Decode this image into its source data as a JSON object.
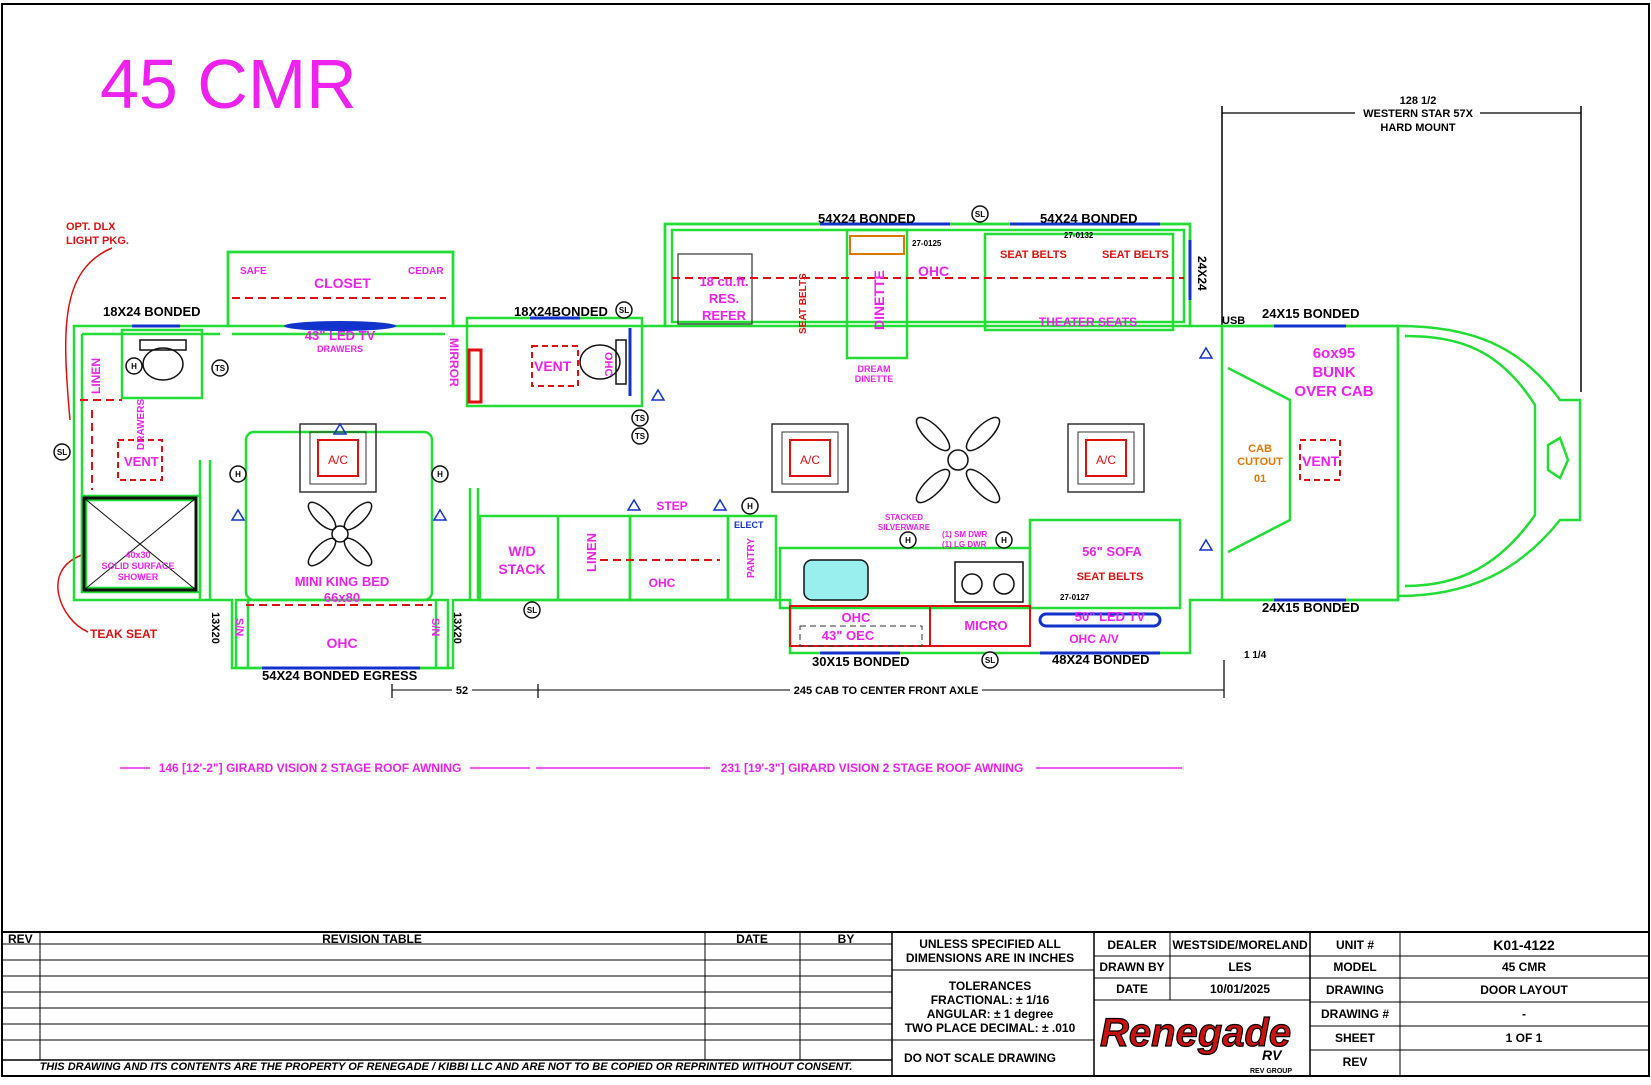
{
  "title": "45 CMR",
  "hitch": {
    "dimension": "128 1/2",
    "line1": "WESTERN STAR 57X",
    "line2": "HARD MOUNT"
  },
  "callouts": {
    "opt_light_1": "OPT. DLX",
    "opt_light_2": "LIGHT PKG.",
    "teak_seat": "TEAK SEAT"
  },
  "top_labels": {
    "left_bonded": "18X24 BONDED",
    "mid_bonded": "18X24BONDED",
    "top_bonded_1": "54X24 BONDED",
    "top_bonded_2": "54X24 BONDED",
    "side_bonded": "24X24",
    "front_bonded": "24X15 BONDED",
    "usb": "USB",
    "code_1": "27-0125",
    "code_2": "27-0132"
  },
  "rooms": {
    "safe": "SAFE",
    "closet": "CLOSET",
    "cedar": "CEDAR",
    "tv_43": "43\" LED TV",
    "drawers": "DRAWERS",
    "linen_left": "LINEN",
    "drawers_vertical": "DRAWERS",
    "vent": "VENT",
    "shower_1": "40x30",
    "shower_2": "SOLID SURFACE",
    "shower_3": "SHOWER",
    "mirror": "MIRROR",
    "vent_bath": "VENT",
    "ohc_bath": "OHC",
    "ac": "A/C",
    "mini_king_1": "MINI KING BED",
    "mini_king_2": "66x80",
    "ohc_bed": "OHC",
    "sn_left": "S/N",
    "sn_right": "S/N",
    "dim_13x20_left": "13X20",
    "dim_13x20_right": "13X20",
    "egress": "54X24 BONDED EGRESS",
    "wd_1": "W/D",
    "wd_2": "STACK",
    "linen_mid": "LINEN",
    "step": "STEP",
    "ohc_mid": "OHC",
    "pantry": "PANTRY",
    "elect": "ELECT",
    "refer_1": "18 cu.ft.",
    "refer_2": "RES.",
    "refer_3": "REFER",
    "seat_belts_v": "SEAT BELTS",
    "dinette": "DINETTE",
    "ohc_top": "OHC",
    "dream_1": "DREAM",
    "dream_2": "DINETTE",
    "seat_belts_1": "SEAT BELTS",
    "seat_belts_2": "SEAT BELTS",
    "theater": "THEATER SEATS",
    "bunk_1": "6ox95",
    "bunk_2": "BUNK",
    "bunk_3": "OVER CAB",
    "cab_1": "CAB",
    "cab_2": "CUTOUT",
    "cab_3": "01",
    "vent_front": "VENT",
    "stacked_1": "STACKED",
    "stacked_2": "SILVERWARE",
    "dwr_1": "(1)  SM DWR",
    "dwr_2": "(1)  LG DWR",
    "sofa": "56\" SOFA",
    "sofa_belts": "SEAT BELTS",
    "code_3": "27-0127",
    "tv_50": "50\" LED TV",
    "ohc_av": "OHC A/V",
    "ohc_kitchen": "OHC",
    "oec": "43\" OEC",
    "micro": "MICRO",
    "bottom_bonded_1": "30X15 BONDED",
    "bottom_bonded_2": "48X24 BONDED",
    "bottom_bonded_3": "24X15 BONDED",
    "quarter": "1 1/4"
  },
  "symbols": {
    "h": "H",
    "ts": "TS",
    "sl": "SL"
  },
  "dimensions": {
    "dim_52": "52",
    "dim_245": "245 CAB TO CENTER FRONT AXLE",
    "awning_1": "146 [12'-2\"] GIRARD VISION 2 STAGE ROOF AWNING",
    "awning_2": "231 [19'-3\"] GIRARD VISION 2 STAGE ROOF AWNING"
  },
  "title_block": {
    "rev_header": "REV",
    "revision_table": "REVISION TABLE",
    "date_header": "DATE",
    "by_header": "BY",
    "notice_1": "UNLESS SPECIFIED ALL",
    "notice_2": "DIMENSIONS ARE IN INCHES",
    "tolerances": "TOLERANCES",
    "fractional": "FRACTIONAL: ± 1/16",
    "angular": "ANGULAR: ± 1 degree",
    "two_place": "TWO PLACE DECIMAL: ± .010",
    "do_not_scale": "DO NOT SCALE DRAWING",
    "dealer_label": "DEALER",
    "dealer": "WESTSIDE/MORELAND",
    "drawn_by_label": "DRAWN BY",
    "drawn_by": "LES",
    "date_label": "DATE",
    "date": "10/01/2025",
    "unit_label": "UNIT #",
    "unit": "K01-4122",
    "model_label": "MODEL",
    "model": "45 CMR",
    "drawing_label": "DRAWING",
    "drawing": "DOOR LAYOUT",
    "drawing_num_label": "DRAWING #",
    "drawing_num": "-",
    "sheet_label": "SHEET",
    "sheet": "1 OF 1",
    "rev_label": "REV",
    "rev": "",
    "brand": "Renegade",
    "brand_sub": "RV",
    "group": "REV GROUP",
    "copyright": "THIS DRAWING AND ITS CONTENTS ARE THE PROPERTY OF RENEGADE / KIBBI LLC AND ARE NOT TO BE COPIED OR REPRINTED WITHOUT CONSENT."
  },
  "colors": {
    "wall": "#22dd33",
    "magenta": "#ee22ee",
    "red": "#dd1111",
    "blue": "#1133cc",
    "orange": "#dd7700"
  }
}
